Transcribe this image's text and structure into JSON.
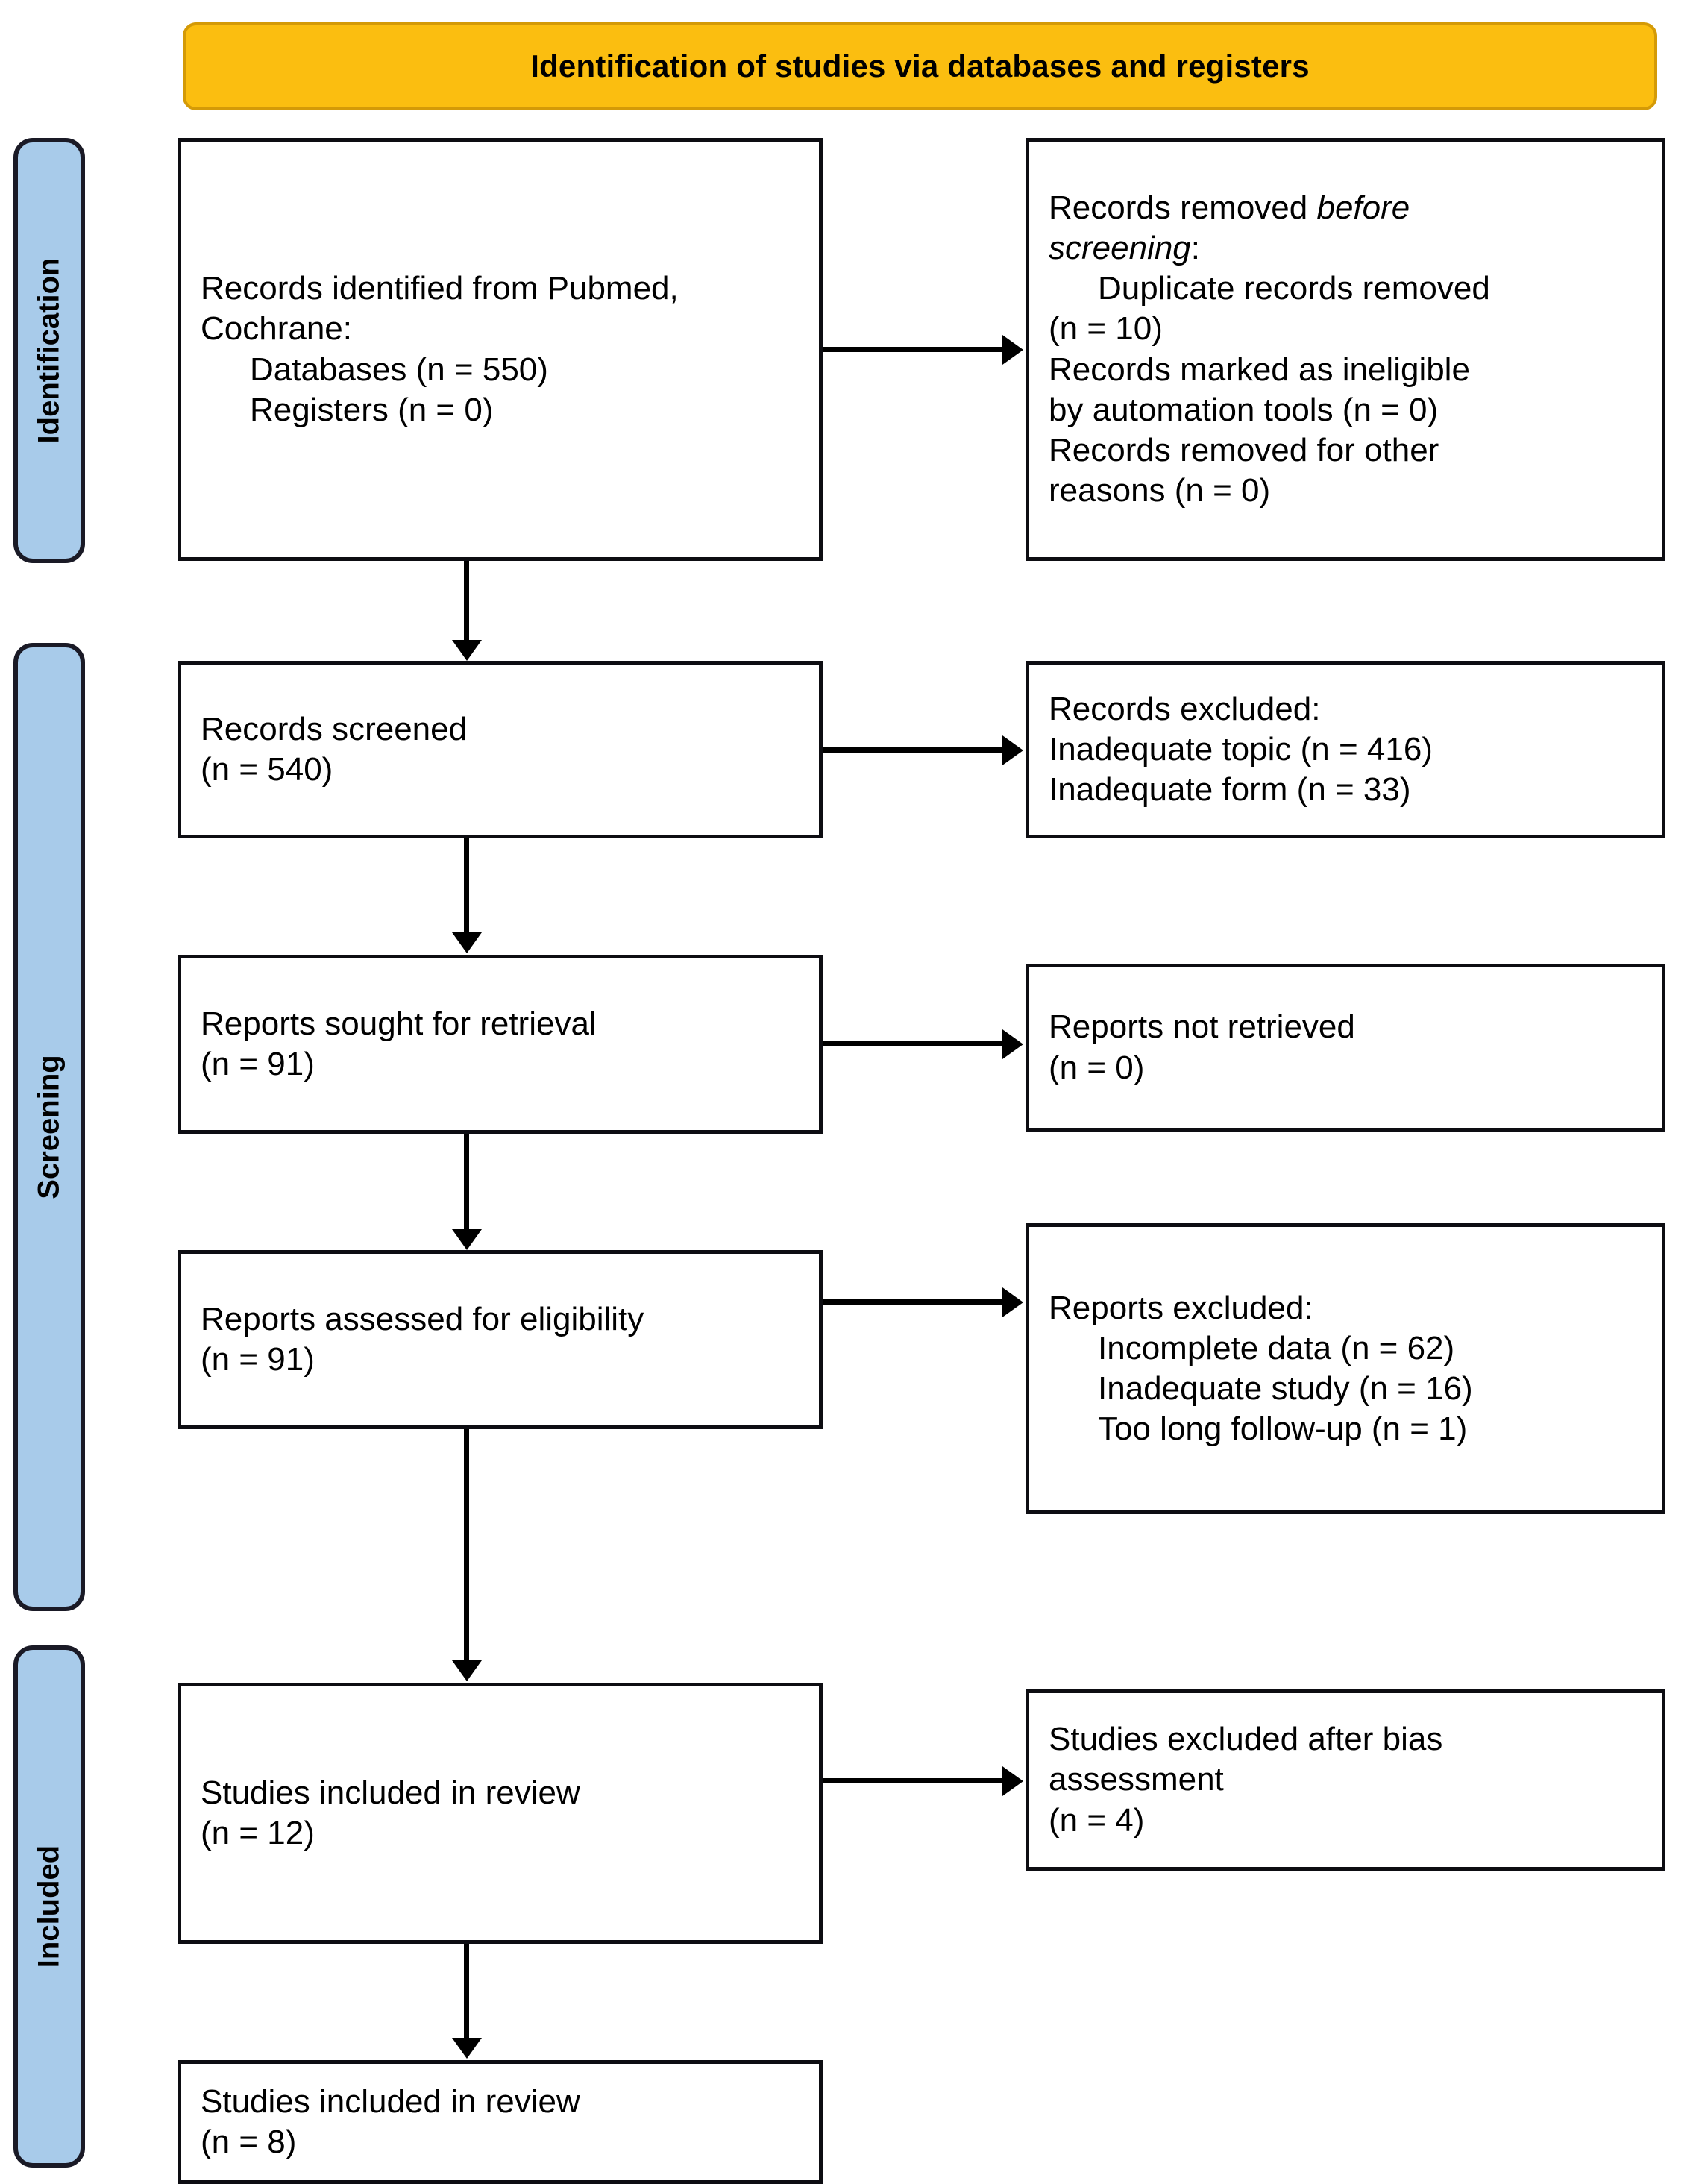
{
  "banner": {
    "title": "Identification of studies via databases and registers",
    "fill_color": "#FBBE10",
    "border_color": "#D49A07"
  },
  "stages": [
    {
      "id": "identification",
      "label": "Identification"
    },
    {
      "id": "screening",
      "label": "Screening"
    },
    {
      "id": "included",
      "label": "Included"
    }
  ],
  "stage_fill_color": "#A8CBEA",
  "boxes": {
    "records_identified": {
      "line1": "Records identified from Pubmed,",
      "line2": "Cochrane:",
      "line3": "Databases (n = 550)",
      "line4": "Registers (n = 0)"
    },
    "records_removed": {
      "line1_a": "Records removed ",
      "line1_b": "before",
      "line2_a": "screening",
      "line2_b": ":",
      "line3": "Duplicate records removed",
      "line4": "(n = 10)",
      "line5": "Records marked as ineligible",
      "line6": "by automation tools (n = 0)",
      "line7": "Records removed for other",
      "line8": "reasons (n = 0)"
    },
    "records_screened": {
      "line1": "Records screened",
      "line2": "(n = 540)"
    },
    "records_excluded": {
      "line1": "Records excluded:",
      "line2": "Inadequate topic (n = 416)",
      "line3": "Inadequate form (n = 33)"
    },
    "reports_sought": {
      "line1": "Reports sought for retrieval",
      "line2": "(n = 91)"
    },
    "reports_not_retrieved": {
      "line1": "Reports not retrieved",
      "line2": "(n = 0)"
    },
    "reports_assessed": {
      "line1": "Reports assessed for eligibility",
      "line2": "(n = 91)"
    },
    "reports_excluded": {
      "line1": "Reports excluded:",
      "line2": "Incomplete data (n = 62)",
      "line3": "Inadequate study (n = 16)",
      "line4": "Too long follow-up (n = 1)"
    },
    "studies_included_review": {
      "line1": "Studies included in review",
      "line2": "(n = 12)"
    },
    "studies_excluded_bias": {
      "line1": "Studies excluded after bias",
      "line2": "assessment",
      "line3": "(n = 4)"
    },
    "studies_included_final": {
      "line1": "Studies included in review",
      "line2": "(n = 8)"
    }
  },
  "chart_data": {
    "type": "diagram",
    "diagram_type": "PRISMA 2020 flow diagram",
    "title": "Identification of studies via databases and registers",
    "stages": [
      "Identification",
      "Screening",
      "Included"
    ],
    "nodes": [
      {
        "id": "records_identified",
        "stage": "Identification",
        "column": "left",
        "label": "Records identified from Pubmed, Cochrane",
        "counts": {
          "Databases": 550,
          "Registers": 0
        }
      },
      {
        "id": "records_removed",
        "stage": "Identification",
        "column": "right",
        "label": "Records removed before screening",
        "counts": {
          "Duplicate records removed": 10,
          "Records marked as ineligible by automation tools": 0,
          "Records removed for other reasons": 0
        }
      },
      {
        "id": "records_screened",
        "stage": "Screening",
        "column": "left",
        "label": "Records screened",
        "counts": {
          "n": 540
        }
      },
      {
        "id": "records_excluded",
        "stage": "Screening",
        "column": "right",
        "label": "Records excluded",
        "counts": {
          "Inadequate topic": 416,
          "Inadequate form": 33
        }
      },
      {
        "id": "reports_sought",
        "stage": "Screening",
        "column": "left",
        "label": "Reports sought for retrieval",
        "counts": {
          "n": 91
        }
      },
      {
        "id": "reports_not_retrieved",
        "stage": "Screening",
        "column": "right",
        "label": "Reports not retrieved",
        "counts": {
          "n": 0
        }
      },
      {
        "id": "reports_assessed",
        "stage": "Screening",
        "column": "left",
        "label": "Reports assessed for eligibility",
        "counts": {
          "n": 91
        }
      },
      {
        "id": "reports_excluded",
        "stage": "Screening",
        "column": "right",
        "label": "Reports excluded",
        "counts": {
          "Incomplete data": 62,
          "Inadequate study": 16,
          "Too long follow-up": 1
        }
      },
      {
        "id": "studies_included_review",
        "stage": "Included",
        "column": "left",
        "label": "Studies included in review",
        "counts": {
          "n": 12
        }
      },
      {
        "id": "studies_excluded_bias",
        "stage": "Included",
        "column": "right",
        "label": "Studies excluded after bias assessment",
        "counts": {
          "n": 4
        }
      },
      {
        "id": "studies_included_final",
        "stage": "Included",
        "column": "left",
        "label": "Studies included in review",
        "counts": {
          "n": 8
        }
      }
    ],
    "edges": [
      {
        "from": "records_identified",
        "to": "records_removed",
        "direction": "right"
      },
      {
        "from": "records_identified",
        "to": "records_screened",
        "direction": "down"
      },
      {
        "from": "records_screened",
        "to": "records_excluded",
        "direction": "right"
      },
      {
        "from": "records_screened",
        "to": "reports_sought",
        "direction": "down"
      },
      {
        "from": "reports_sought",
        "to": "reports_not_retrieved",
        "direction": "right"
      },
      {
        "from": "reports_sought",
        "to": "reports_assessed",
        "direction": "down"
      },
      {
        "from": "reports_assessed",
        "to": "reports_excluded",
        "direction": "right"
      },
      {
        "from": "reports_assessed",
        "to": "studies_included_review",
        "direction": "down"
      },
      {
        "from": "studies_included_review",
        "to": "studies_excluded_bias",
        "direction": "right"
      },
      {
        "from": "studies_included_review",
        "to": "studies_included_final",
        "direction": "down"
      }
    ]
  }
}
